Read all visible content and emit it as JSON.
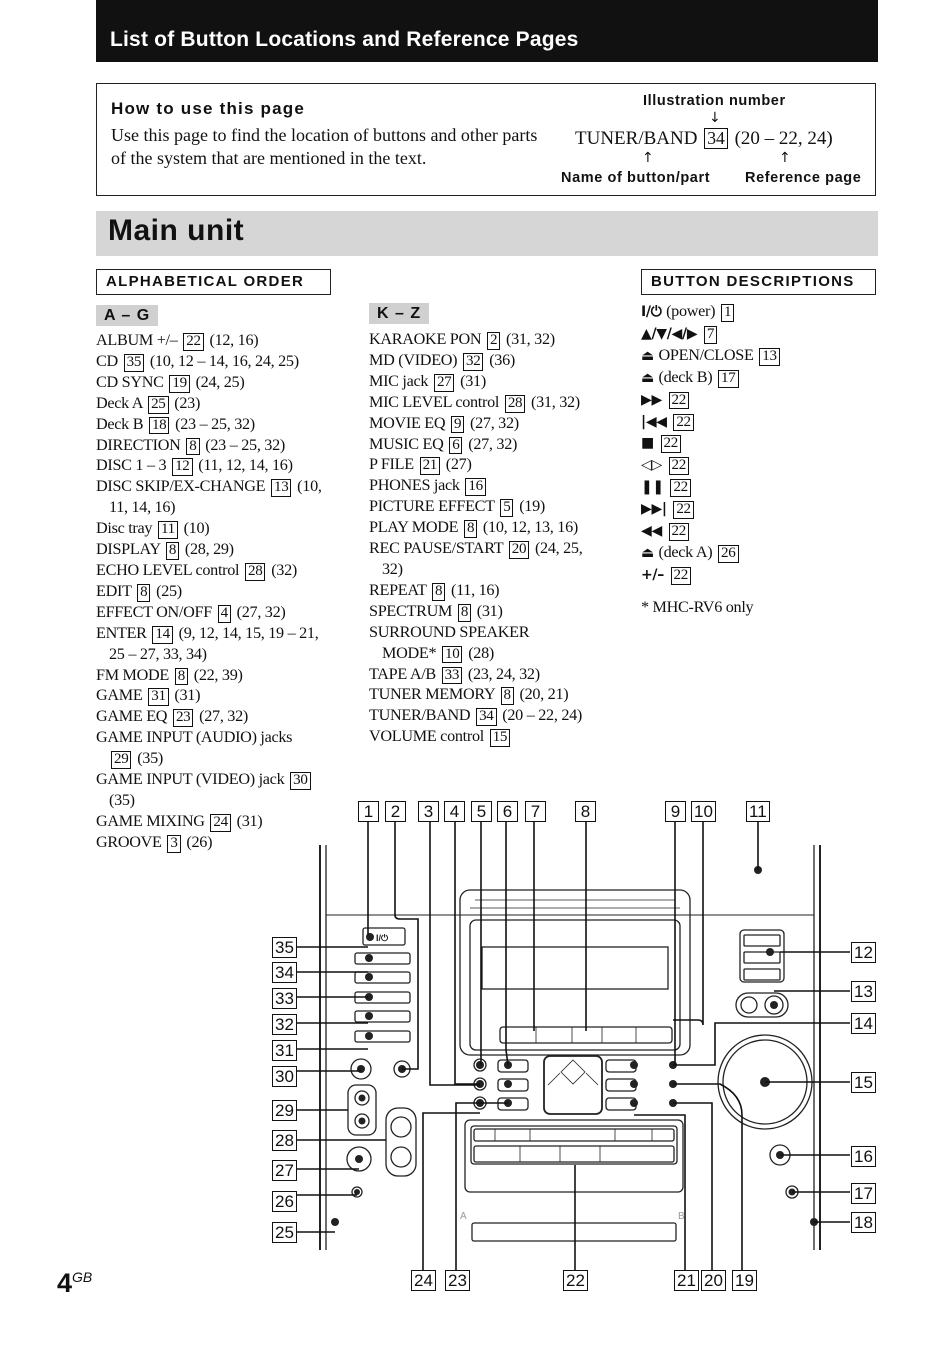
{
  "header": {
    "title": "List of Button Locations and Reference Pages"
  },
  "howto": {
    "title": "How to use this page",
    "text": "Use this page to find the location of buttons and other parts of the system that are mentioned in the text.",
    "example": {
      "illustration_label": "Illustration  number",
      "name": "TUNER/BAND",
      "number": "34",
      "pages": "(20 – 22, 24)",
      "name_label": "Name  of  button/part",
      "page_label": "Reference  page"
    }
  },
  "section": {
    "title": "Main unit"
  },
  "alphabetical": {
    "label": "ALPHABETICAL ORDER",
    "col1_tag": "A – G",
    "col1": [
      {
        "name": "ALBUM +/–",
        "num": "22",
        "ref": "(12, 16)"
      },
      {
        "name": "CD",
        "num": "35",
        "ref": "(10, 12 – 14, 16, 24, 25)"
      },
      {
        "name": "CD SYNC",
        "num": "19",
        "ref": "(24, 25)"
      },
      {
        "name": "Deck A",
        "num": "25",
        "ref": "(23)"
      },
      {
        "name": "Deck B",
        "num": "18",
        "ref": "(23 – 25, 32)"
      },
      {
        "name": "DIRECTION",
        "num": "8",
        "ref": "(23 – 25, 32)"
      },
      {
        "name": "DISC 1 – 3",
        "num": "12",
        "ref": "(11, 12, 14, 16)"
      },
      {
        "name": "DISC SKIP/EX-CHANGE",
        "num": "13",
        "ref": "(10,",
        "cont": "11, 14, 16)"
      },
      {
        "name": "Disc tray",
        "num": "11",
        "ref": "(10)"
      },
      {
        "name": "DISPLAY",
        "num": "8",
        "ref": "(28, 29)"
      },
      {
        "name": "ECHO LEVEL control",
        "num": "28",
        "ref": "(32)"
      },
      {
        "name": "EDIT",
        "num": "8",
        "ref": "(25)"
      },
      {
        "name": "EFFECT ON/OFF",
        "num": "4",
        "ref": "(27, 32)"
      },
      {
        "name": "ENTER",
        "num": "14",
        "ref": "(9, 12, 14, 15, 19 – 21,",
        "cont": "25 – 27, 33, 34)"
      },
      {
        "name": "FM MODE",
        "num": "8",
        "ref": "(22, 39)"
      },
      {
        "name": "GAME",
        "num": "31",
        "ref": "(31)"
      },
      {
        "name": "GAME EQ",
        "num": "23",
        "ref": "(27, 32)"
      },
      {
        "name": "GAME INPUT (AUDIO) jacks",
        "num": "",
        "ref": "",
        "cont_num": "29",
        "cont": "(35)"
      },
      {
        "name": "GAME INPUT (VIDEO) jack",
        "num": "30",
        "ref": "",
        "cont": "(35)"
      },
      {
        "name": "GAME MIXING",
        "num": "24",
        "ref": "(31)"
      },
      {
        "name": "GROOVE",
        "num": "3",
        "ref": "(26)"
      }
    ],
    "col2_tag": "K – Z",
    "col2": [
      {
        "name": "KARAOKE PON",
        "num": "2",
        "ref": "(31, 32)"
      },
      {
        "name": "MD (VIDEO)",
        "num": "32",
        "ref": "(36)"
      },
      {
        "name": "MIC jack",
        "num": "27",
        "ref": "(31)"
      },
      {
        "name": "MIC LEVEL control",
        "num": "28",
        "ref": "(31, 32)"
      },
      {
        "name": "MOVIE EQ",
        "num": "9",
        "ref": "(27, 32)"
      },
      {
        "name": "MUSIC EQ",
        "num": "6",
        "ref": "(27, 32)"
      },
      {
        "name": "P FILE",
        "num": "21",
        "ref": "(27)"
      },
      {
        "name": "PHONES jack",
        "num": "16",
        "ref": ""
      },
      {
        "name": "PICTURE EFFECT",
        "num": "5",
        "ref": "(19)"
      },
      {
        "name": "PLAY MODE",
        "num": "8",
        "ref": "(10, 12, 13, 16)"
      },
      {
        "name": "REC PAUSE/START",
        "num": "20",
        "ref": "(24, 25,",
        "cont": "32)"
      },
      {
        "name": "REPEAT",
        "num": "8",
        "ref": "(11, 16)"
      },
      {
        "name": "SPECTRUM",
        "num": "8",
        "ref": "(31)"
      },
      {
        "name": "SURROUND SPEAKER",
        "num": "",
        "ref": "",
        "cont": "MODE*",
        "cont_num": "10",
        "cont_ref": "(28)"
      },
      {
        "name": "TAPE A/B",
        "num": "33",
        "ref": "(23, 24, 32)"
      },
      {
        "name": "TUNER MEMORY",
        "num": "8",
        "ref": "(20, 21)"
      },
      {
        "name": "TUNER/BAND",
        "num": "34",
        "ref": "(20 – 22, 24)"
      },
      {
        "name": "VOLUME control",
        "num": "15",
        "ref": ""
      }
    ]
  },
  "descriptions": {
    "label": "BUTTON DESCRIPTIONS",
    "items": [
      {
        "symbol": "I/⏻",
        "text": "(power)",
        "num": "1"
      },
      {
        "symbol": "▲/▼/◀/▶",
        "text": "",
        "num": "7"
      },
      {
        "symbol": "⏏",
        "text": "OPEN/CLOSE",
        "num": "13"
      },
      {
        "symbol": "⏏",
        "text": "(deck B)",
        "num": "17"
      },
      {
        "symbol": "▶▶",
        "text": "",
        "num": "22"
      },
      {
        "symbol": "|◀◀",
        "text": "",
        "num": "22"
      },
      {
        "symbol": "■",
        "text": "",
        "num": "22"
      },
      {
        "symbol": "◁▷",
        "text": "",
        "num": "22"
      },
      {
        "symbol": "❚❚",
        "text": "",
        "num": "22"
      },
      {
        "symbol": "▶▶|",
        "text": "",
        "num": "22"
      },
      {
        "symbol": "◀◀",
        "text": "",
        "num": "22"
      },
      {
        "symbol": "⏏",
        "text": "(deck A)",
        "num": "26"
      },
      {
        "symbol": "+/–",
        "text": "",
        "num": "22"
      }
    ],
    "footnote": "* MHC-RV6 only"
  },
  "diagram": {
    "top_callouts": [
      "1",
      "2",
      "3",
      "4",
      "5",
      "6",
      "7",
      "8",
      "9",
      "10",
      "11"
    ],
    "left_callouts": [
      "35",
      "34",
      "33",
      "32",
      "31",
      "30",
      "29",
      "28",
      "27",
      "26",
      "25"
    ],
    "right_callouts": [
      "12",
      "13",
      "14",
      "15",
      "16",
      "17",
      "18"
    ],
    "bottom_callouts": [
      "24",
      "23",
      "22",
      "21",
      "20",
      "19"
    ],
    "panel_labels": {
      "power": "I/⏻",
      "deck_a": "A",
      "deck_b": "B"
    }
  },
  "page": {
    "number": "4",
    "suffix": "GB"
  }
}
